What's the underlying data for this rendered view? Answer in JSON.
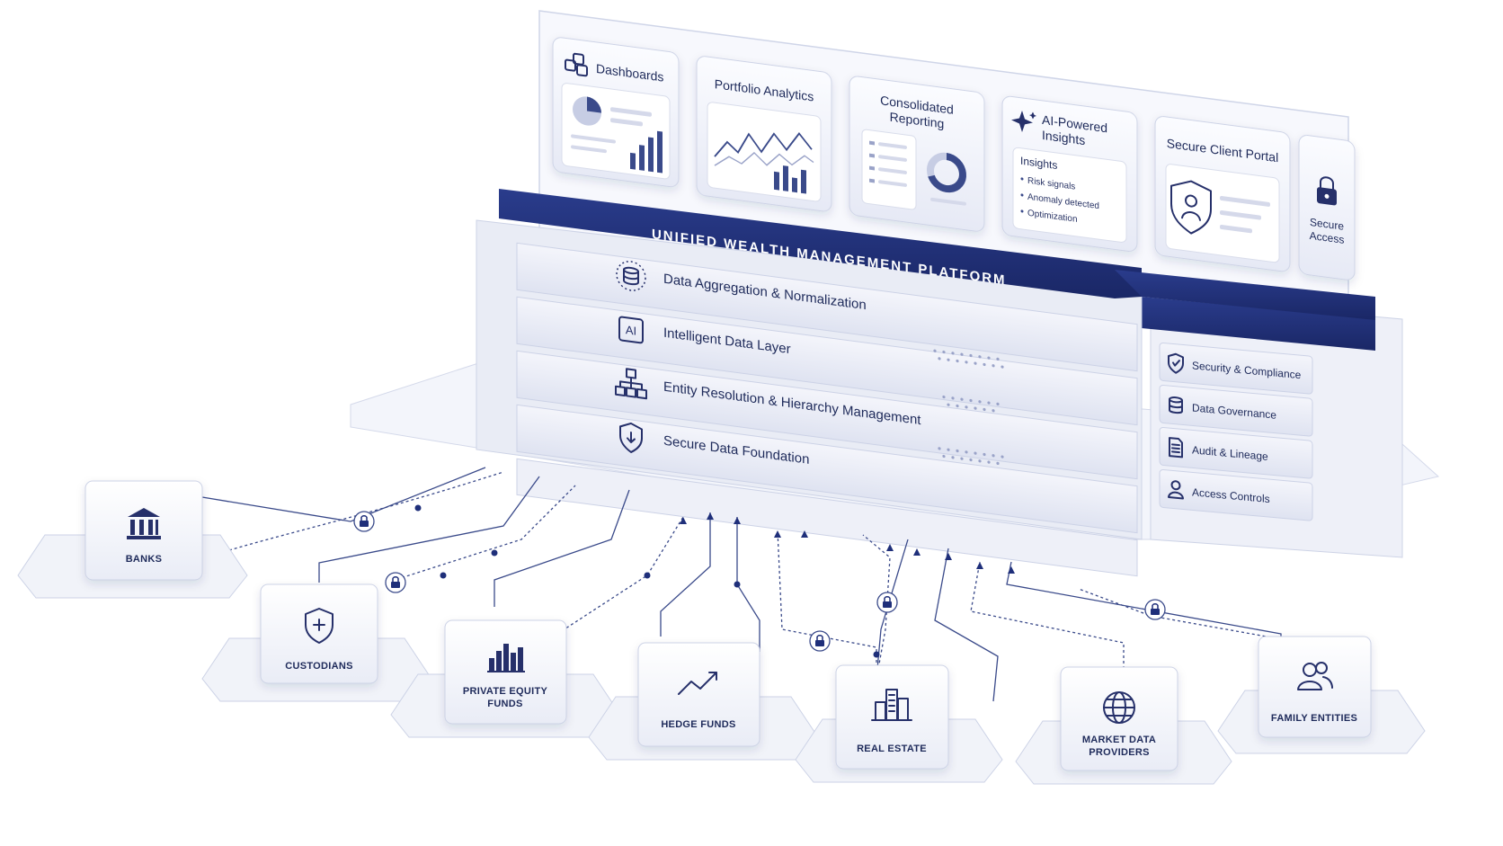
{
  "platform_title": "UNIFIED WEALTH MANAGEMENT PLATFORM",
  "modules": [
    {
      "label": "Dashboards",
      "icon": "dashboard-icon"
    },
    {
      "label": "Portfolio Analytics",
      "icon": "line-chart-icon"
    },
    {
      "label_line1": "Consolidated",
      "label_line2": "Reporting",
      "icon": "report-icon"
    },
    {
      "label_line1": "AI-Powered",
      "label_line2": "Insights",
      "icon": "sparkle-icon",
      "panel_title": "Insights",
      "panel_items": [
        "Risk signals",
        "Anomaly detected",
        "Optimization"
      ]
    },
    {
      "label": "Secure Client Portal",
      "icon": "shield-user-icon"
    },
    {
      "label_line1": "Secure",
      "label_line2": "Access",
      "icon": "lock-icon"
    }
  ],
  "layers": [
    {
      "label": "Data Aggregation & Normalization",
      "icon": "database-icon"
    },
    {
      "label": "Intelligent Data Layer",
      "icon": "ai-chip-icon",
      "icon_text": "AI"
    },
    {
      "label": "Entity Resolution & Hierarchy Management",
      "icon": "hierarchy-icon"
    },
    {
      "label": "Secure Data Foundation",
      "icon": "shield-icon"
    }
  ],
  "governance": [
    {
      "label": "Security & Compliance",
      "icon": "shield-check-icon"
    },
    {
      "label": "Data Governance",
      "icon": "database-icon"
    },
    {
      "label": "Audit & Lineage",
      "icon": "document-icon"
    },
    {
      "label": "Access Controls",
      "icon": "user-icon"
    }
  ],
  "sources": [
    {
      "label_line1": "BANKS",
      "icon": "bank-icon"
    },
    {
      "label_line1": "CUSTODIANS",
      "icon": "shield-plus-icon"
    },
    {
      "label_line1": "PRIVATE EQUITY",
      "label_line2": "FUNDS",
      "icon": "bar-chart-icon"
    },
    {
      "label_line1": "HEDGE FUNDS",
      "icon": "trend-line-icon"
    },
    {
      "label_line1": "REAL ESTATE",
      "icon": "buildings-icon"
    },
    {
      "label_line1": "MARKET DATA",
      "label_line2": "PROVIDERS",
      "icon": "globe-icon"
    },
    {
      "label_line1": "FAMILY ENTITIES",
      "icon": "users-icon"
    }
  ],
  "colors": {
    "navy": "#1f2f7a",
    "ink": "#1e2a5a",
    "panel": "#eef0f8",
    "line": "#3a4a8a"
  }
}
